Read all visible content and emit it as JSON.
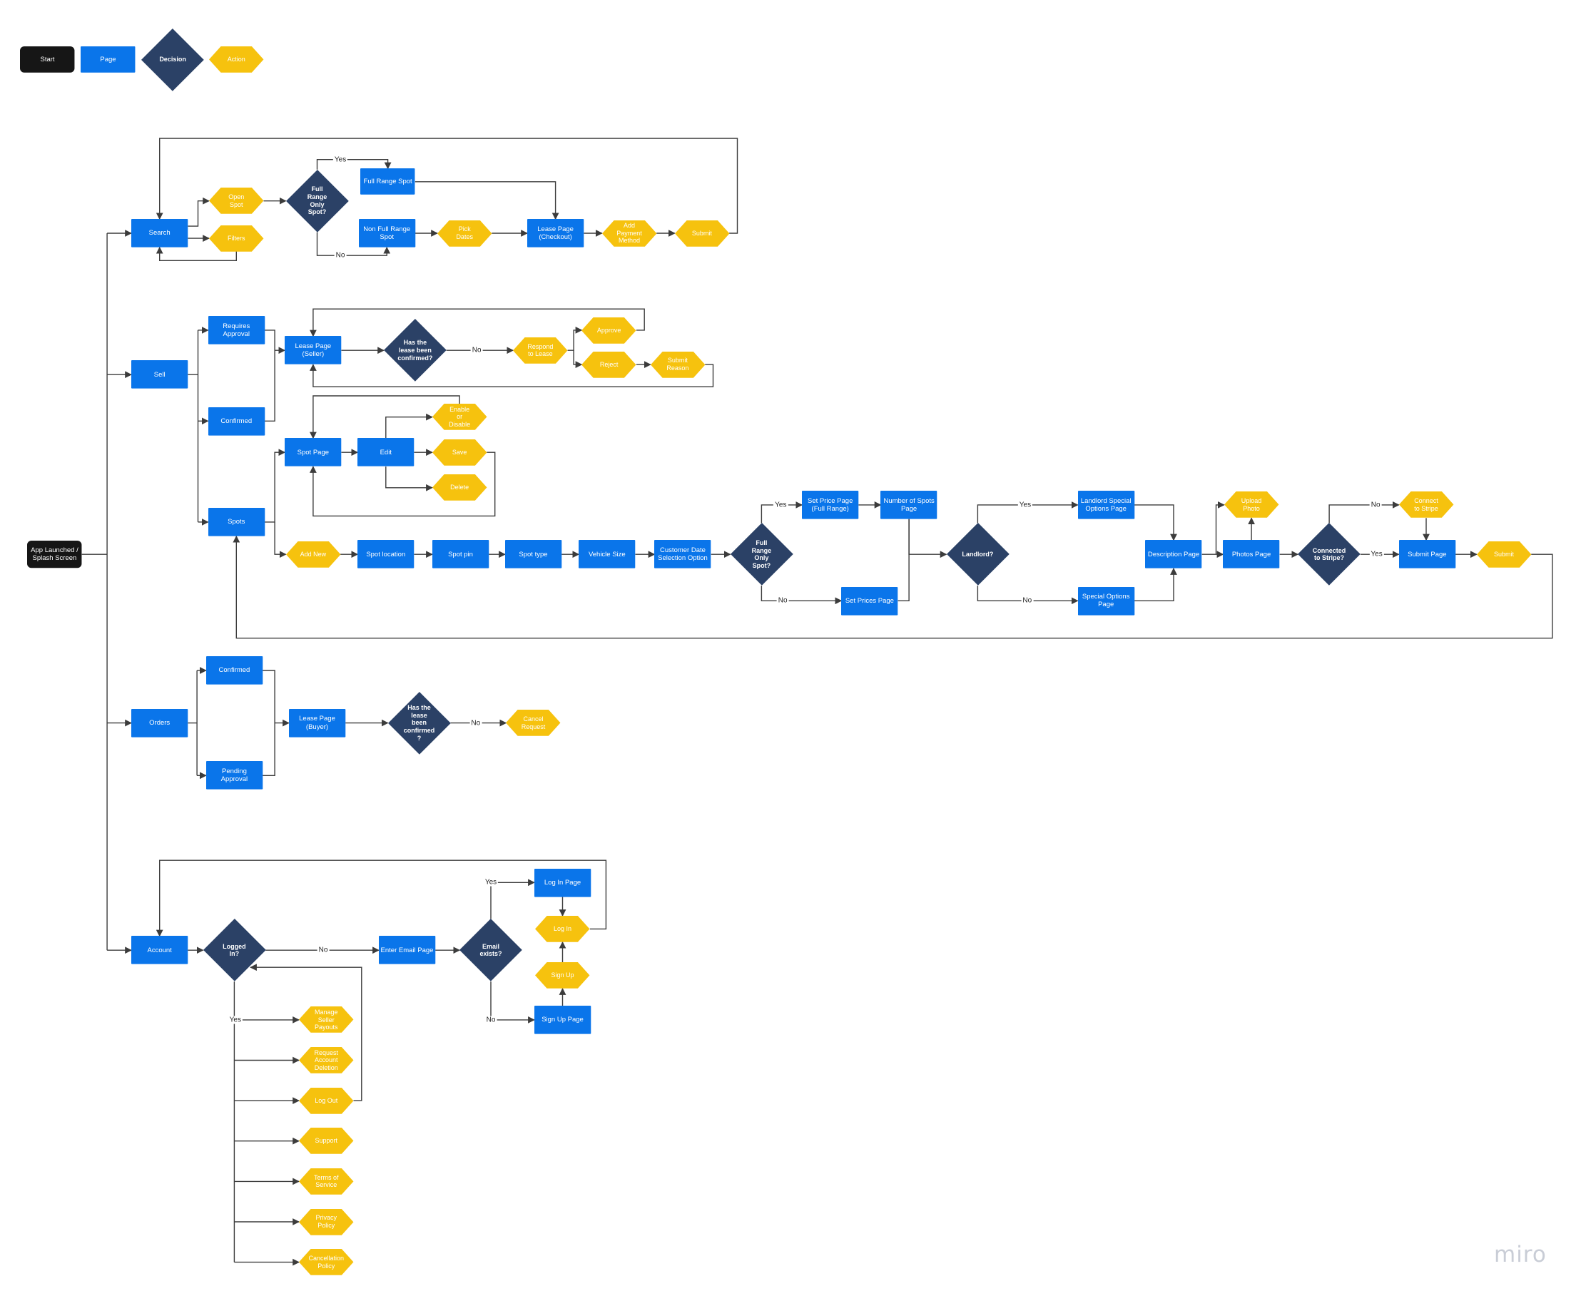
{
  "colors": {
    "start": "#161616",
    "page": "#0a75ea",
    "decision": "#2b4166",
    "action": "#f6c20e",
    "line": "#3c3c3c"
  },
  "watermark": "miro",
  "legend": [
    {
      "id": "lg_start",
      "type": "start",
      "label": "Start"
    },
    {
      "id": "lg_page",
      "type": "page",
      "label": "Page"
    },
    {
      "id": "lg_dec",
      "type": "decision",
      "label": "Decision"
    },
    {
      "id": "lg_act",
      "type": "action",
      "label": "Action"
    }
  ],
  "nodes": [
    {
      "id": "app",
      "type": "start",
      "label": "App Launched /\nSplash Screen"
    },
    {
      "id": "search",
      "type": "page",
      "label": "Search"
    },
    {
      "id": "open_spot",
      "type": "action",
      "label": "Open\nSpot"
    },
    {
      "id": "filters",
      "type": "action",
      "label": "Filters"
    },
    {
      "id": "full_range_dec",
      "type": "decision",
      "label": "Full\nRange\nOnly\nSpot?"
    },
    {
      "id": "full_range_spot",
      "type": "page",
      "label": "Full Range Spot"
    },
    {
      "id": "non_full_range_spot",
      "type": "page",
      "label": "Non Full Range\nSpot"
    },
    {
      "id": "pick_dates",
      "type": "action",
      "label": "Pick\nDates"
    },
    {
      "id": "lease_checkout",
      "type": "page",
      "label": "Lease Page\n(Checkout)"
    },
    {
      "id": "add_payment",
      "type": "action",
      "label": "Add\nPayment\nMethod"
    },
    {
      "id": "submit_search",
      "type": "action",
      "label": "Submit"
    },
    {
      "id": "sell",
      "type": "page",
      "label": "Sell"
    },
    {
      "id": "requires_approval",
      "type": "page",
      "label": "Requires\nApproval"
    },
    {
      "id": "confirmed_sell",
      "type": "page",
      "label": "Confirmed"
    },
    {
      "id": "lease_seller",
      "type": "page",
      "label": "Lease Page\n(Seller)"
    },
    {
      "id": "lease_confirmed_dec",
      "type": "decision",
      "label": "Has the\nlease been\nconfirmed?"
    },
    {
      "id": "respond_lease",
      "type": "action",
      "label": "Respond\nto Lease"
    },
    {
      "id": "approve",
      "type": "action",
      "label": "Approve"
    },
    {
      "id": "reject",
      "type": "action",
      "label": "Reject"
    },
    {
      "id": "submit_reason",
      "type": "action",
      "label": "Submit\nReason"
    },
    {
      "id": "spots",
      "type": "page",
      "label": "Spots"
    },
    {
      "id": "spot_page",
      "type": "page",
      "label": "Spot Page"
    },
    {
      "id": "edit",
      "type": "page",
      "label": "Edit"
    },
    {
      "id": "enable_disable",
      "type": "action",
      "label": "Enable\nor\nDisable"
    },
    {
      "id": "save",
      "type": "action",
      "label": "Save"
    },
    {
      "id": "delete",
      "type": "action",
      "label": "Delete"
    },
    {
      "id": "add_new",
      "type": "action",
      "label": "Add New"
    },
    {
      "id": "spot_location",
      "type": "page",
      "label": "Spot location"
    },
    {
      "id": "spot_pin",
      "type": "page",
      "label": "Spot pin"
    },
    {
      "id": "spot_type",
      "type": "page",
      "label": "Spot type"
    },
    {
      "id": "vehicle_size",
      "type": "page",
      "label": "Vehicle Size"
    },
    {
      "id": "customer_date",
      "type": "page",
      "label": "Customer Date\nSelection Option"
    },
    {
      "id": "full_range_dec2",
      "type": "decision",
      "label": "Full\nRange\nOnly\nSpot?"
    },
    {
      "id": "set_price_full",
      "type": "page",
      "label": "Set Price Page\n(Full Range)"
    },
    {
      "id": "set_prices",
      "type": "page",
      "label": "Set Prices Page"
    },
    {
      "id": "number_spots",
      "type": "page",
      "label": "Number of Spots\nPage"
    },
    {
      "id": "landlord_dec",
      "type": "decision",
      "label": "Landlord?"
    },
    {
      "id": "landlord_special",
      "type": "page",
      "label": "Landlord Special\nOptions Page"
    },
    {
      "id": "special_options",
      "type": "page",
      "label": "Special Options\nPage"
    },
    {
      "id": "description",
      "type": "page",
      "label": "Description Page"
    },
    {
      "id": "photos",
      "type": "page",
      "label": "Photos Page"
    },
    {
      "id": "upload_photo",
      "type": "action",
      "label": "Upload\nPhoto"
    },
    {
      "id": "stripe_dec",
      "type": "decision",
      "label": "Connected\nto Stripe?"
    },
    {
      "id": "connect_stripe",
      "type": "action",
      "label": "Connect\nto Stripe"
    },
    {
      "id": "submit_page",
      "type": "page",
      "label": "Submit Page"
    },
    {
      "id": "submit_spot",
      "type": "action",
      "label": "Submit"
    },
    {
      "id": "orders",
      "type": "page",
      "label": "Orders"
    },
    {
      "id": "confirmed_orders",
      "type": "page",
      "label": "Confirmed"
    },
    {
      "id": "pending_approval",
      "type": "page",
      "label": "Pending\nApproval"
    },
    {
      "id": "lease_buyer",
      "type": "page",
      "label": "Lease Page\n(Buyer)"
    },
    {
      "id": "lease_confirmed_dec2",
      "type": "decision",
      "label": "Has the\nlease\nbeen\nconfirmed\n?"
    },
    {
      "id": "cancel_request",
      "type": "action",
      "label": "Cancel\nRequest"
    },
    {
      "id": "account",
      "type": "page",
      "label": "Account"
    },
    {
      "id": "logged_in_dec",
      "type": "decision",
      "label": "Logged\nIn?"
    },
    {
      "id": "enter_email",
      "type": "page",
      "label": "Enter Email Page"
    },
    {
      "id": "email_exists_dec",
      "type": "decision",
      "label": "Email\nexists?"
    },
    {
      "id": "login_page",
      "type": "page",
      "label": "Log In Page"
    },
    {
      "id": "log_in",
      "type": "action",
      "label": "Log In"
    },
    {
      "id": "sign_up",
      "type": "action",
      "label": "Sign Up"
    },
    {
      "id": "sign_up_page",
      "type": "page",
      "label": "Sign Up Page"
    },
    {
      "id": "manage_payouts",
      "type": "action",
      "label": "Manage\nSeller\nPayouts"
    },
    {
      "id": "request_deletion",
      "type": "action",
      "label": "Request\nAccount\nDeletion"
    },
    {
      "id": "log_out",
      "type": "action",
      "label": "Log Out"
    },
    {
      "id": "support",
      "type": "action",
      "label": "Support"
    },
    {
      "id": "terms",
      "type": "action",
      "label": "Terms of\nService"
    },
    {
      "id": "privacy",
      "type": "action",
      "label": "Privacy\nPolicy"
    },
    {
      "id": "cancellation",
      "type": "action",
      "label": "Cancellation\nPolicy"
    }
  ],
  "edge_labels": [
    {
      "id": "e_yes1",
      "text": "Yes"
    },
    {
      "id": "e_no1",
      "text": "No"
    },
    {
      "id": "e_no2",
      "text": "No"
    },
    {
      "id": "e_yes3",
      "text": "Yes"
    },
    {
      "id": "e_no3",
      "text": "No"
    },
    {
      "id": "e_yes4",
      "text": "Yes"
    },
    {
      "id": "e_no4",
      "text": "No"
    },
    {
      "id": "e_no5",
      "text": "No"
    },
    {
      "id": "e_yes5",
      "text": "Yes"
    },
    {
      "id": "e_no6",
      "text": "No"
    },
    {
      "id": "e_no7",
      "text": "No"
    },
    {
      "id": "e_yes8",
      "text": "Yes"
    },
    {
      "id": "e_no8",
      "text": "No"
    },
    {
      "id": "e_yes9",
      "text": "Yes"
    }
  ]
}
